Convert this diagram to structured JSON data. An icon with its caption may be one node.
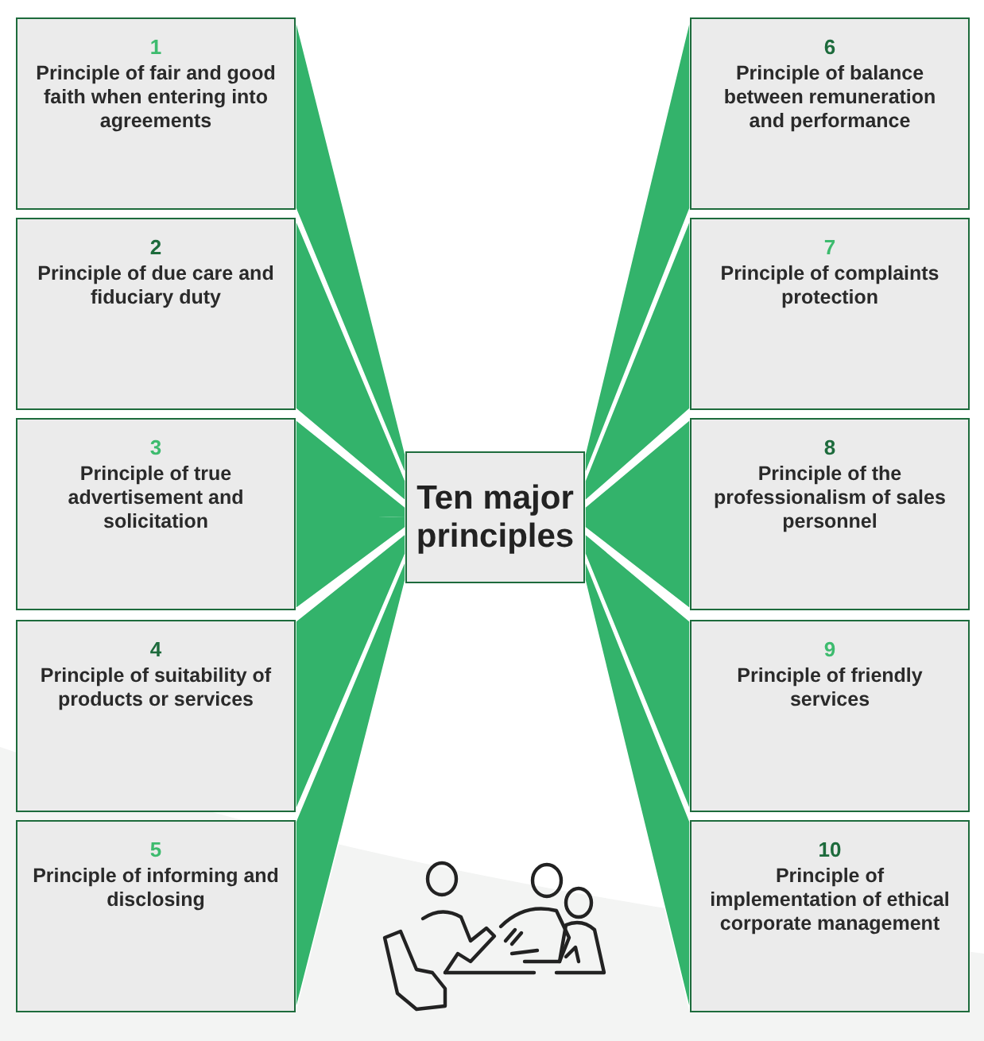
{
  "diagram": {
    "nodes": [
      {
        "text": [
          "Ten major principles"
        ]
      },
      {
        "text": [
          "1",
          "Principle of fair and good faith when entering into agreements"
        ]
      },
      {
        "text": [
          "2",
          "Principle of due care and fiduciary duty"
        ]
      },
      {
        "text": [
          "3",
          "Principle of true advertisement and solicitation"
        ]
      },
      {
        "text": [
          "4",
          "Principle of suitability of products or services"
        ]
      },
      {
        "text": [
          "5",
          "Principle of informing and disclosing"
        ]
      },
      {
        "text": [
          "6",
          "Principle of balance between remuneration and performance"
        ]
      },
      {
        "text": [
          "7",
          "Principle of complaints protection"
        ]
      },
      {
        "text": [
          "8",
          "Principle of the professionalism of sales personnel"
        ]
      },
      {
        "text": [
          "9",
          "Principle of friendly services"
        ]
      },
      {
        "text": [
          "10",
          "Principle of implementation of ethical corporate management"
        ]
      }
    ],
    "edges": [
      {
        "from": 0,
        "to": 1,
        "arrow": "none"
      },
      {
        "from": 0,
        "to": 2,
        "arrow": "none"
      },
      {
        "from": 0,
        "to": 3,
        "arrow": "none"
      },
      {
        "from": 0,
        "to": 4,
        "arrow": "none"
      },
      {
        "from": 0,
        "to": 5,
        "arrow": "none"
      },
      {
        "from": 0,
        "to": 6,
        "arrow": "none"
      },
      {
        "from": 0,
        "to": 7,
        "arrow": "none"
      },
      {
        "from": 0,
        "to": 8,
        "arrow": "none"
      },
      {
        "from": 0,
        "to": 9,
        "arrow": "none"
      },
      {
        "from": 0,
        "to": 10,
        "arrow": "none"
      }
    ]
  }
}
